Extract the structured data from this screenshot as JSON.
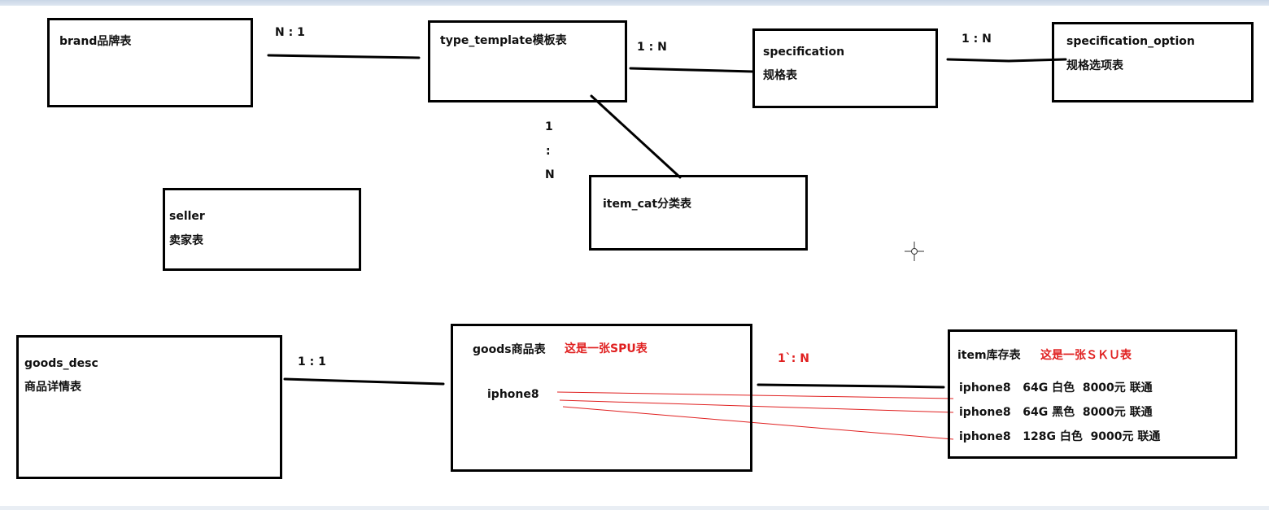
{
  "tables": {
    "brand": {
      "label": "brand品牌表"
    },
    "type_template": {
      "label": "type_template模板表"
    },
    "specification": {
      "label": "specification",
      "sublabel": "规格表"
    },
    "specification_option": {
      "label": "specification_option",
      "sublabel": "规格选项表"
    },
    "item_cat": {
      "label": "item_cat分类表"
    },
    "seller": {
      "label": "seller",
      "sublabel": "卖家表"
    },
    "goods_desc": {
      "label": "goods_desc",
      "sublabel": "商品详情表"
    },
    "goods": {
      "label": "goods商品表",
      "note": "这是一张SPU表",
      "example": "iphone8"
    },
    "item": {
      "label": "item库存表",
      "note": "这是一张ＳＫＵ表",
      "rows": [
        "iphone8   64G 白色  8000元 联通",
        "iphone8   64G 黑色  8000元 联通",
        "iphone8   128G 白色  9000元 联通"
      ]
    }
  },
  "relations": {
    "brand_type_template": "N : 1",
    "type_template_specification": "1 : N",
    "specification_option": "1 : N",
    "type_template_item_cat": [
      "1",
      ":",
      "N"
    ],
    "goods_desc_goods": "1 : 1",
    "goods_item": "1`:  N"
  },
  "colors": {
    "annotation_red": "#e02020",
    "line_black": "#000000"
  },
  "icons": {
    "cursor": "crosshair-cursor-icon"
  }
}
